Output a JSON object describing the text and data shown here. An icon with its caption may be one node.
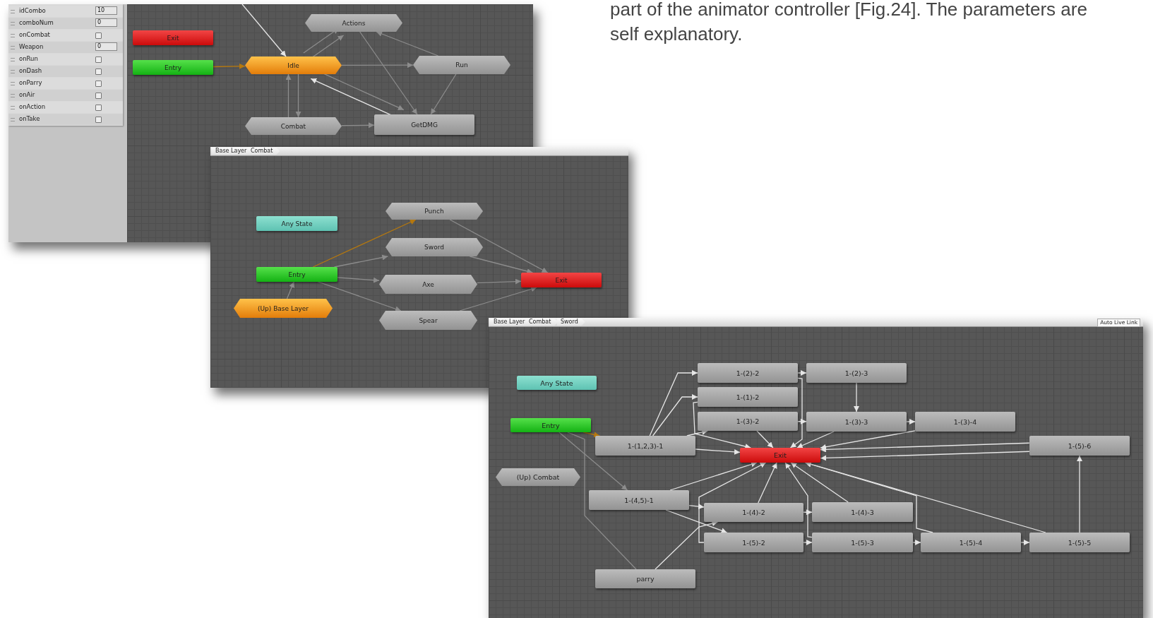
{
  "diagram": {
    "nodes": [
      {
        "text": [
          "Exit"
        ]
      },
      {
        "text": [
          "Entry"
        ]
      },
      {
        "text": [
          "Actions"
        ]
      },
      {
        "text": [
          "Idle"
        ]
      },
      {
        "text": [
          "Run"
        ]
      },
      {
        "text": [
          "Combat"
        ]
      },
      {
        "text": [
          "GetDMG"
        ]
      },
      {
        "text": [
          "Any State"
        ]
      },
      {
        "text": [
          "Punch"
        ]
      },
      {
        "text": [
          "Sword"
        ]
      },
      {
        "text": [
          "Entry"
        ]
      },
      {
        "text": [
          "Axe"
        ]
      },
      {
        "text": [
          "Exit"
        ]
      },
      {
        "text": [
          "(Up) Base Layer"
        ]
      },
      {
        "text": [
          "Spear"
        ]
      },
      {
        "text": [
          "Any State"
        ]
      },
      {
        "text": [
          "1-(2)-2"
        ]
      },
      {
        "text": [
          "1-(2)-3"
        ]
      },
      {
        "text": [
          "1-(1)-2"
        ]
      },
      {
        "text": [
          "Entry"
        ]
      },
      {
        "text": [
          "1-(3)-2"
        ]
      },
      {
        "text": [
          "1-(3)-3"
        ]
      },
      {
        "text": [
          "1-(3)-4"
        ]
      },
      {
        "text": [
          "1-(1,2,3)-1"
        ]
      },
      {
        "text": [
          "1-(5)-6"
        ]
      },
      {
        "text": [
          "Exit"
        ]
      },
      {
        "text": [
          "(Up) Combat"
        ]
      },
      {
        "text": [
          "1-(4,5)-1"
        ]
      },
      {
        "text": [
          "1-(4)-2"
        ]
      },
      {
        "text": [
          "1-(4)-3"
        ]
      },
      {
        "text": [
          "1-(5)-2"
        ]
      },
      {
        "text": [
          "1-(5)-3"
        ]
      },
      {
        "text": [
          "1-(5)-4"
        ]
      },
      {
        "text": [
          "1-(5)-5"
        ]
      },
      {
        "text": [
          "parry"
        ]
      }
    ],
    "edges": [
      {
        "from": 1,
        "to": 3,
        "arrow": "to",
        "color": "#b5780f"
      },
      {
        "from": 3,
        "to": 2,
        "arrow": "to",
        "color": "#8c8c8c"
      },
      {
        "from": 3,
        "to": 2,
        "arrow": "to",
        "color": "#8c8c8c"
      },
      {
        "from": 4,
        "to": 2,
        "arrow": "to",
        "color": "#8c8c8c"
      },
      {
        "from": 3,
        "to": 4,
        "arrow": "to",
        "color": "#8c8c8c"
      },
      {
        "from": 2,
        "to": 6,
        "arrow": "to",
        "color": "#8c8c8c"
      },
      {
        "from": 3,
        "to": 5,
        "arrow": "to",
        "color": "#8c8c8c"
      },
      {
        "from": 5,
        "to": 3,
        "arrow": "to",
        "color": "#8c8c8c"
      },
      {
        "from": 5,
        "to": 6,
        "arrow": "to",
        "color": "#8c8c8c"
      },
      {
        "from": 4,
        "to": 6,
        "arrow": "to",
        "color": "#8c8c8c"
      },
      {
        "from": 3,
        "to": 6,
        "arrow": "to",
        "color": "#8c8c8c"
      },
      {
        "from": null,
        "to": 3,
        "arrow": "to"
      },
      {
        "from": 6,
        "to": 3,
        "arrow": "to"
      },
      {
        "from": 10,
        "to": 8,
        "arrow": "to",
        "color": "#b5780f"
      },
      {
        "from": 10,
        "to": 9,
        "arrow": "to",
        "color": "#8c8c8c"
      },
      {
        "from": 10,
        "to": 11,
        "arrow": "to",
        "color": "#8c8c8c"
      },
      {
        "from": 10,
        "to": 14,
        "arrow": "to",
        "color": "#8c8c8c"
      },
      {
        "from": 13,
        "to": 10,
        "arrow": "to",
        "color": "#8c8c8c"
      },
      {
        "from": 8,
        "to": 12,
        "arrow": "to",
        "color": "#8c8c8c"
      },
      {
        "from": 9,
        "to": 12,
        "arrow": "to",
        "color": "#8c8c8c"
      },
      {
        "from": 11,
        "to": 12,
        "arrow": "to",
        "color": "#8c8c8c"
      },
      {
        "from": 14,
        "to": 12,
        "arrow": "to",
        "color": "#8c8c8c"
      },
      {
        "from": 19,
        "to": 23,
        "arrow": "to",
        "color": "#b5780f"
      },
      {
        "from": 19,
        "to": 27,
        "arrow": "to",
        "color": "#8c8c8c"
      },
      {
        "from": 19,
        "to": 34,
        "arrow": "none",
        "color": "#8c8c8c"
      },
      {
        "from": 23,
        "to": 18,
        "arrow": "to"
      },
      {
        "from": 23,
        "to": 16,
        "arrow": "to"
      },
      {
        "from": 23,
        "to": 20,
        "arrow": "to"
      },
      {
        "from": 23,
        "to": 25,
        "arrow": "to"
      },
      {
        "from": 16,
        "to": 17,
        "arrow": "to"
      },
      {
        "from": 17,
        "to": 21,
        "arrow": "to"
      },
      {
        "from": 20,
        "to": 21,
        "arrow": "to"
      },
      {
        "from": 21,
        "to": 22,
        "arrow": "to"
      },
      {
        "from": 16,
        "to": 25,
        "arrow": "to"
      },
      {
        "from": 18,
        "to": 25,
        "arrow": "to"
      },
      {
        "from": 20,
        "to": 25,
        "arrow": "to"
      },
      {
        "from": 21,
        "to": 25,
        "arrow": "to"
      },
      {
        "from": 22,
        "to": 25,
        "arrow": "to"
      },
      {
        "from": 24,
        "to": 25,
        "arrow": "to"
      },
      {
        "from": 24,
        "to": 25,
        "arrow": "to"
      },
      {
        "from": 27,
        "to": 25,
        "arrow": "to"
      },
      {
        "from": 27,
        "to": 28,
        "arrow": "to"
      },
      {
        "from": 27,
        "to": 30,
        "arrow": "to"
      },
      {
        "from": 28,
        "to": 25,
        "arrow": "to"
      },
      {
        "from": 28,
        "to": 29,
        "arrow": "to"
      },
      {
        "from": 30,
        "to": 25,
        "arrow": "to"
      },
      {
        "from": 30,
        "to": 31,
        "arrow": "to"
      },
      {
        "from": 31,
        "to": 32,
        "arrow": "to"
      },
      {
        "from": 32,
        "to": 33,
        "arrow": "to"
      },
      {
        "from": 33,
        "to": 24,
        "arrow": "to"
      },
      {
        "from": 29,
        "to": 25,
        "arrow": "to"
      },
      {
        "from": 31,
        "to": 25,
        "arrow": "to"
      },
      {
        "from": 32,
        "to": 25,
        "arrow": "to"
      },
      {
        "from": 33,
        "to": 25,
        "arrow": "to"
      },
      {
        "from": 34,
        "to": 28,
        "arrow": "to"
      }
    ],
    "labels": [
      "part of the animator controller [Fig.24]. The parameters are self explanatory.",
      "idCombo",
      "10",
      "comboNum",
      "0",
      "onCombat",
      "Weapon",
      "0",
      "onRun",
      "onDash",
      "onParry",
      "onAir",
      "onAction",
      "onTake",
      "Base Layer",
      "Combat",
      "Base Layer",
      "Combat",
      "Sword",
      "Auto Live Link"
    ]
  }
}
